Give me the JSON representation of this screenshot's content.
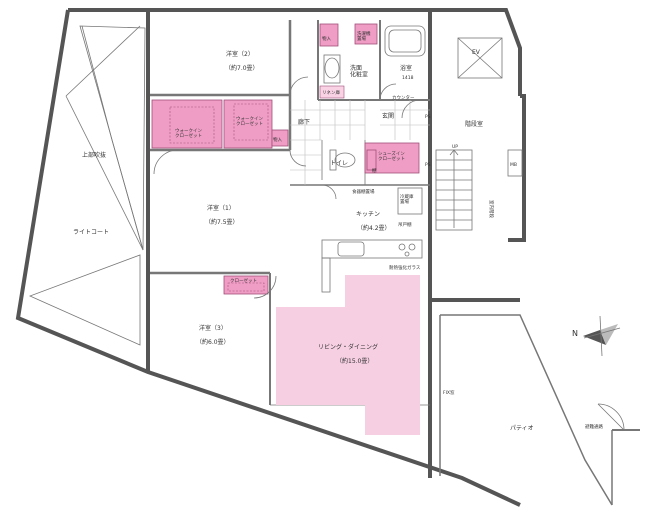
{
  "colors": {
    "wall": "#555555",
    "closet": "#ef9dc4",
    "living": "#f6cfe2",
    "line": "#777777"
  },
  "labels": {
    "void": "上部吹抜",
    "light_court": "ライトコート",
    "western2": "洋室（2）",
    "western2_area": "（約7.0畳）",
    "western1": "洋室（1）",
    "western1_area": "（約7.5畳）",
    "western3": "洋室（3）",
    "western3_area": "（約6.0畳）",
    "walkin1": "ウォークイン\nクローゼット",
    "walkin2": "ウォークイン\nクローゼット",
    "closet": "クローゼット",
    "storage": "物入",
    "storage2": "物入",
    "linen": "リネン庫",
    "washer": "洗濯機\n置場",
    "washroom": "洗面\n化粧室",
    "bath": "浴室",
    "bath_size": "1418",
    "counter": "カウンター",
    "ev": "EV",
    "stair_hall": "階段室",
    "up": "UP",
    "mb": "MB",
    "ps1": "PS",
    "ps2": "PS",
    "hall": "廊下",
    "entrance": "玄関",
    "toilet": "トイレ",
    "shoes_closet": "シューズイン\nクローゼット",
    "shoes_mark": "棚",
    "kitchen": "キッチン",
    "kitchen_area": "（約4.2畳）",
    "overhead_cab": "吊戸棚",
    "pantry_shelf": "食器棚置場",
    "fridge": "冷蔵庫\n置場",
    "living": "リビング・ダイニング",
    "living_area": "（約15.0畳）",
    "patio": "パティオ",
    "fixed_glass": "耐熱強化ガラス",
    "shared": "室内階段",
    "patio_note1": "FIX窓",
    "patio_note2": "避難通路",
    "north": "N"
  }
}
